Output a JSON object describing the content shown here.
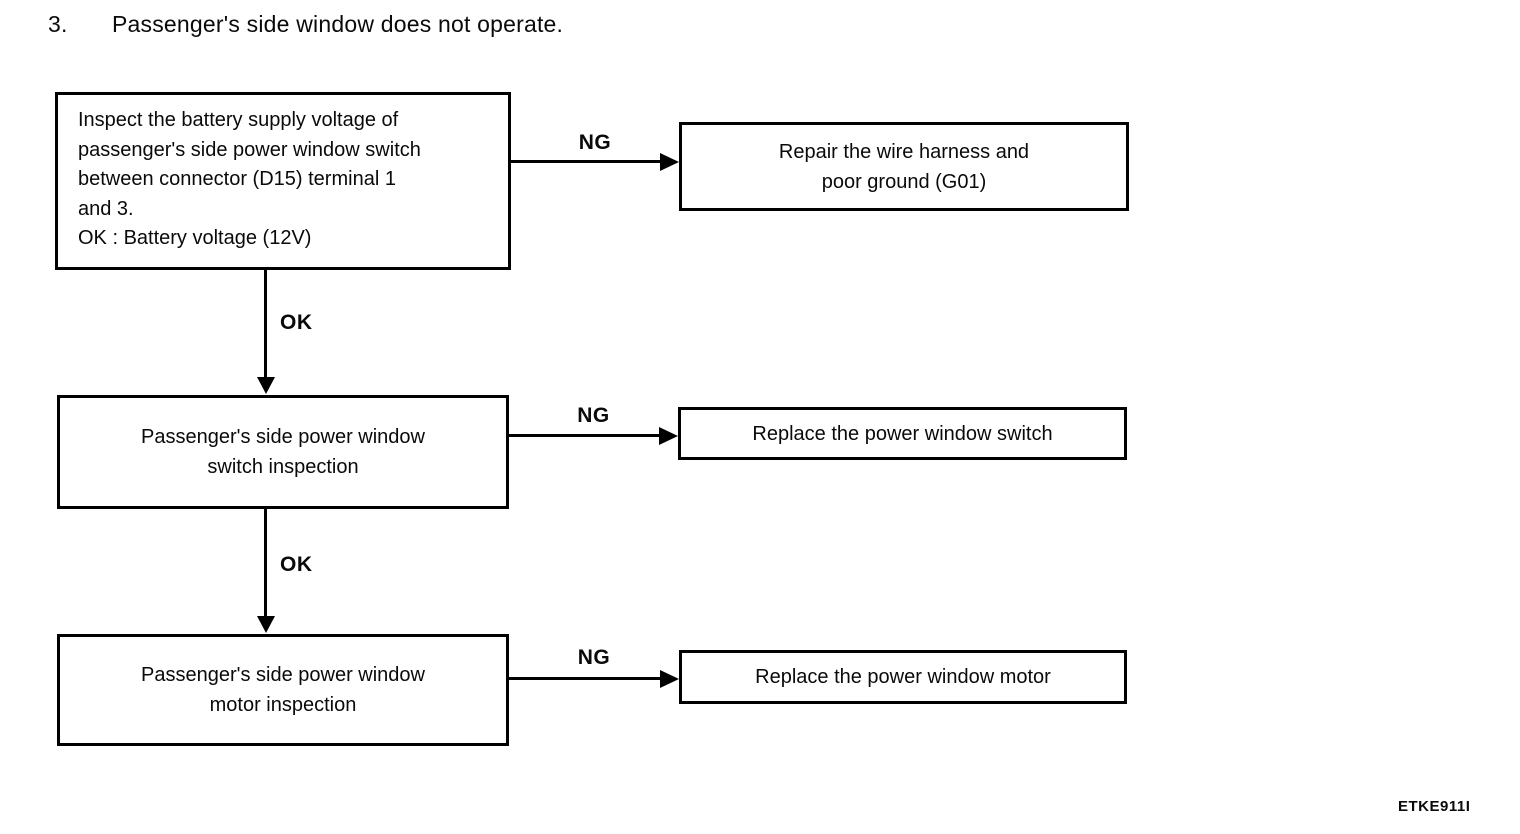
{
  "page": {
    "item_number": "3.",
    "title": "Passenger's side window does not operate.",
    "figure_code": "ETKE911I"
  },
  "flowchart": {
    "ok_label": "OK",
    "ng_label": "NG",
    "steps": [
      {
        "test": "Inspect the battery supply voltage of\npassenger's side power window switch\nbetween connector (D15) terminal 1\nand 3.\nOK : Battery voltage (12V)",
        "ng_action": "Repair the wire harness and\npoor ground (G01)"
      },
      {
        "test": "Passenger's side power window\nswitch inspection",
        "ng_action": "Replace the power window switch"
      },
      {
        "test": "Passenger's side power window\nmotor inspection",
        "ng_action": "Replace the power window motor"
      }
    ]
  }
}
